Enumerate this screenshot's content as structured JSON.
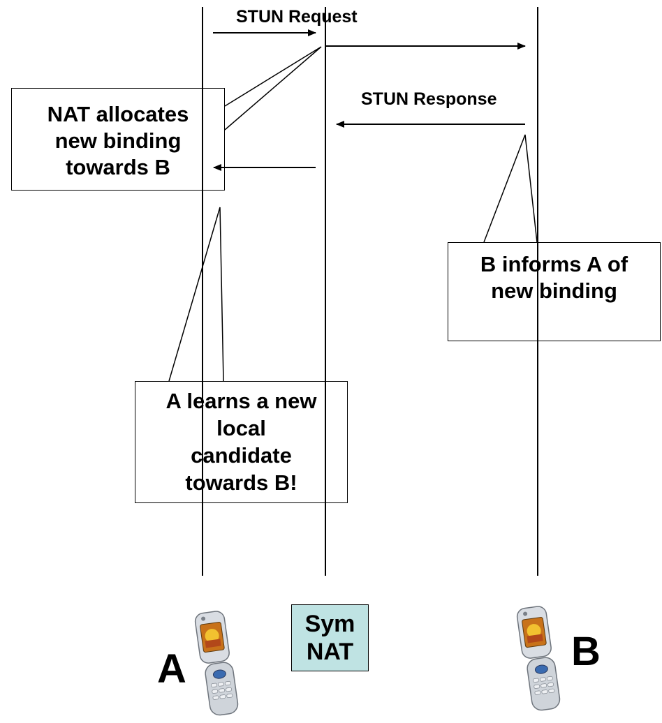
{
  "messages": {
    "request_label": "STUN Request",
    "response_label": "STUN Response"
  },
  "notes": {
    "nat_allocates": [
      "NAT allocates",
      "new binding",
      "towards B"
    ],
    "b_informs": [
      "B informs A of",
      "new binding"
    ],
    "a_learns": [
      "A learns a new",
      "local",
      "candidate",
      "towards B!"
    ]
  },
  "nat_box": {
    "lines": [
      "Sym",
      "NAT"
    ],
    "fill": "#bfe3e3"
  },
  "endpoints": {
    "a_label": "A",
    "b_label": "B"
  },
  "icons": {
    "endpoint_icon": "flip-phone-icon"
  }
}
